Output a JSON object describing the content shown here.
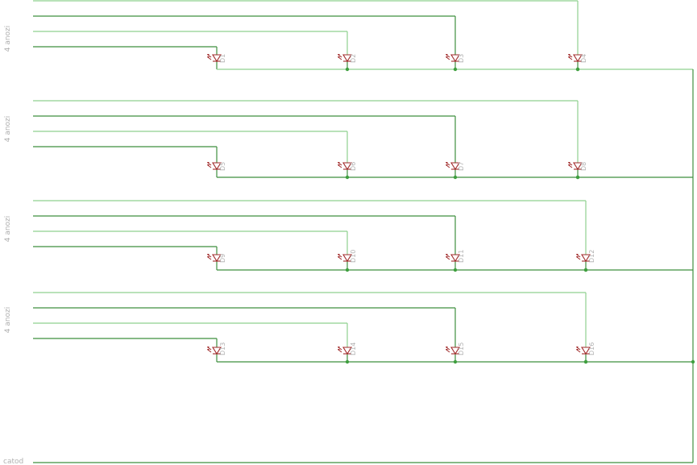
{
  "colors": {
    "wire_dark": "#3f8f3f",
    "wire_light": "#8fd08f",
    "junction": "#3f9f3f",
    "led": "#a02828",
    "text": "#b0b0b0"
  },
  "bus_labels": [
    "4 anozi",
    "4 anozi",
    "4 anozi",
    "4 anozi"
  ],
  "cathode_label": "catod",
  "leds": [
    [
      "D1",
      "D2",
      "D3",
      "D4"
    ],
    [
      "D5",
      "D6",
      "D7",
      "D8"
    ],
    [
      "D9",
      "D10",
      "D11",
      "D12"
    ],
    [
      "D13",
      "D14",
      "D15",
      "D16"
    ]
  ]
}
